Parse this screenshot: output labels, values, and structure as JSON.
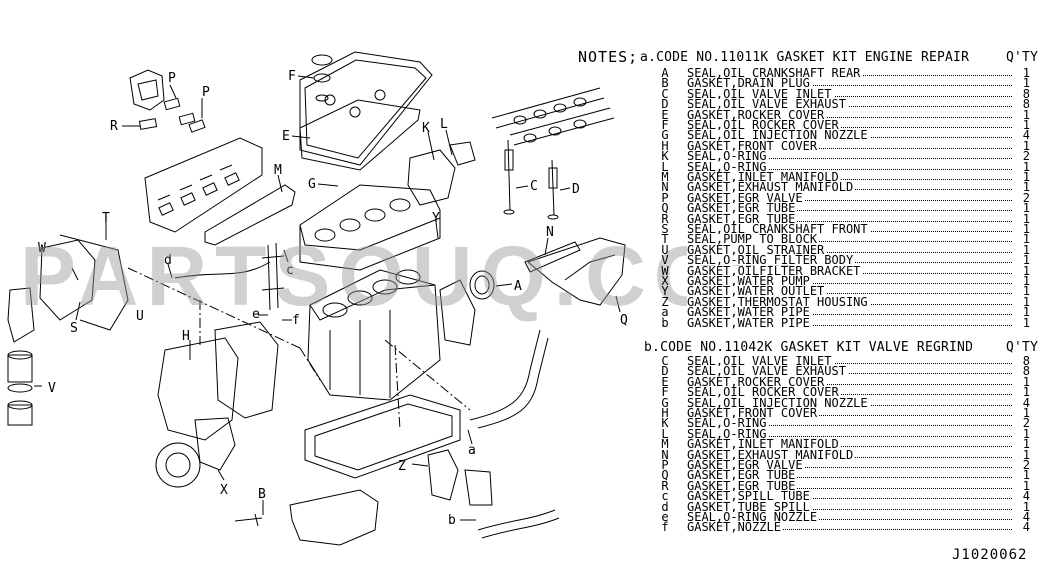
{
  "watermark": "PARTSOUQ.COM",
  "notes": {
    "title": "NOTES;",
    "section_a": {
      "marker": "a.",
      "title": "CODE NO.11011K GASKET KIT ENGINE REPAIR",
      "qty_header": "Q'TY",
      "items": [
        {
          "code": "A",
          "name": "SEAL,OIL CRANKSHAFT REAR",
          "qty": "1"
        },
        {
          "code": "B",
          "name": "GASKET,DRAIN PLUG",
          "qty": "1"
        },
        {
          "code": "C",
          "name": "SEAL,OIL VALVE INLET",
          "qty": "8"
        },
        {
          "code": "D",
          "name": "SEAL,OIL VALVE EXHAUST",
          "qty": "8"
        },
        {
          "code": "E",
          "name": "GASKET,ROCKER COVER",
          "qty": "1"
        },
        {
          "code": "F",
          "name": "SEAL,OIL ROCKER COVER",
          "qty": "1"
        },
        {
          "code": "G",
          "name": "SEAL,OIL INJECTION NOZZLE",
          "qty": "4"
        },
        {
          "code": "H",
          "name": "GASKET,FRONT COVER",
          "qty": "1"
        },
        {
          "code": "K",
          "name": "SEAL,O-RING",
          "qty": "2"
        },
        {
          "code": "L",
          "name": "SEAL,O-RING",
          "qty": "1"
        },
        {
          "code": "M",
          "name": "GASKET,INLET MANIFOLD",
          "qty": "1"
        },
        {
          "code": "N",
          "name": "GASKET,EXHAUST MANIFOLD",
          "qty": "1"
        },
        {
          "code": "P",
          "name": "GASKET,EGR VALVE",
          "qty": "2"
        },
        {
          "code": "Q",
          "name": "GASKET,EGR TUBE",
          "qty": "1"
        },
        {
          "code": "R",
          "name": "GASKET,EGR TUBE",
          "qty": "1"
        },
        {
          "code": "S",
          "name": "SEAL,OIL CRANKSHAFT FRONT",
          "qty": "1"
        },
        {
          "code": "T",
          "name": "SEAL,PUMP TO BLOCK",
          "qty": "1"
        },
        {
          "code": "U",
          "name": "GASKET,OIL STRAINER",
          "qty": "1"
        },
        {
          "code": "V",
          "name": "SEAL,O-RING FILTER BODY",
          "qty": "1"
        },
        {
          "code": "W",
          "name": "GASKET,OILFILTER BRACKET",
          "qty": "1"
        },
        {
          "code": "X",
          "name": "GASKET,WATER PUMP",
          "qty": "1"
        },
        {
          "code": "Y",
          "name": "GASKET,WATER OUTLET",
          "qty": "1"
        },
        {
          "code": "Z",
          "name": "GASKET,THERMOSTAT HOUSING",
          "qty": "1"
        },
        {
          "code": "a",
          "name": "GASKET,WATER PIPE",
          "qty": "1"
        },
        {
          "code": "b",
          "name": "GASKET,WATER PIPE",
          "qty": "1"
        }
      ]
    },
    "section_b": {
      "marker": "b.",
      "title": "CODE NO.11042K GASKET KIT VALVE REGRIND",
      "qty_header": "Q'TY",
      "items": [
        {
          "code": "C",
          "name": "SEAL,OIL VALVE INLET",
          "qty": "8"
        },
        {
          "code": "D",
          "name": "SEAL,OIL VALVE EXHAUST",
          "qty": "8"
        },
        {
          "code": "E",
          "name": "GASKET,ROCKER COVER",
          "qty": "1"
        },
        {
          "code": "F",
          "name": "SEAL,OIL ROCKER COVER",
          "qty": "1"
        },
        {
          "code": "G",
          "name": "SEAL,OIL INJECTION NOZZLE",
          "qty": "4"
        },
        {
          "code": "H",
          "name": "GASKET,FRONT COVER",
          "qty": "1"
        },
        {
          "code": "K",
          "name": "SEAL,O-RING",
          "qty": "2"
        },
        {
          "code": "L",
          "name": "SEAL,O-RING",
          "qty": "1"
        },
        {
          "code": "M",
          "name": "GASKET,INLET MANIFOLD",
          "qty": "1"
        },
        {
          "code": "N",
          "name": "GASKET,EXHAUST MANIFOLD",
          "qty": "1"
        },
        {
          "code": "P",
          "name": "GASKET,EGR VALVE",
          "qty": "2"
        },
        {
          "code": "Q",
          "name": "GASKET,EGR TUBE",
          "qty": "1"
        },
        {
          "code": "R",
          "name": "GASKET,EGR TUBE",
          "qty": "1"
        },
        {
          "code": "c",
          "name": "GASKET,SPILL TUBE",
          "qty": "4"
        },
        {
          "code": "d",
          "name": "GASKET,TUBE SPILL",
          "qty": "1"
        },
        {
          "code": "e",
          "name": "SEAL,O-RING NOZZLE",
          "qty": "4"
        },
        {
          "code": "f",
          "name": "GASKET,NOZZLE",
          "qty": "4"
        }
      ]
    }
  },
  "callouts": [
    "F",
    "E",
    "P",
    "P",
    "R",
    "K",
    "L",
    "M",
    "G",
    "C",
    "D",
    "T",
    "N",
    "Y",
    "d",
    "c",
    "W",
    "S",
    "U",
    "A",
    "Q",
    "e",
    "f",
    "H",
    "V",
    "a",
    "Z",
    "X",
    "B",
    "b"
  ],
  "reference_code": "J1020062"
}
